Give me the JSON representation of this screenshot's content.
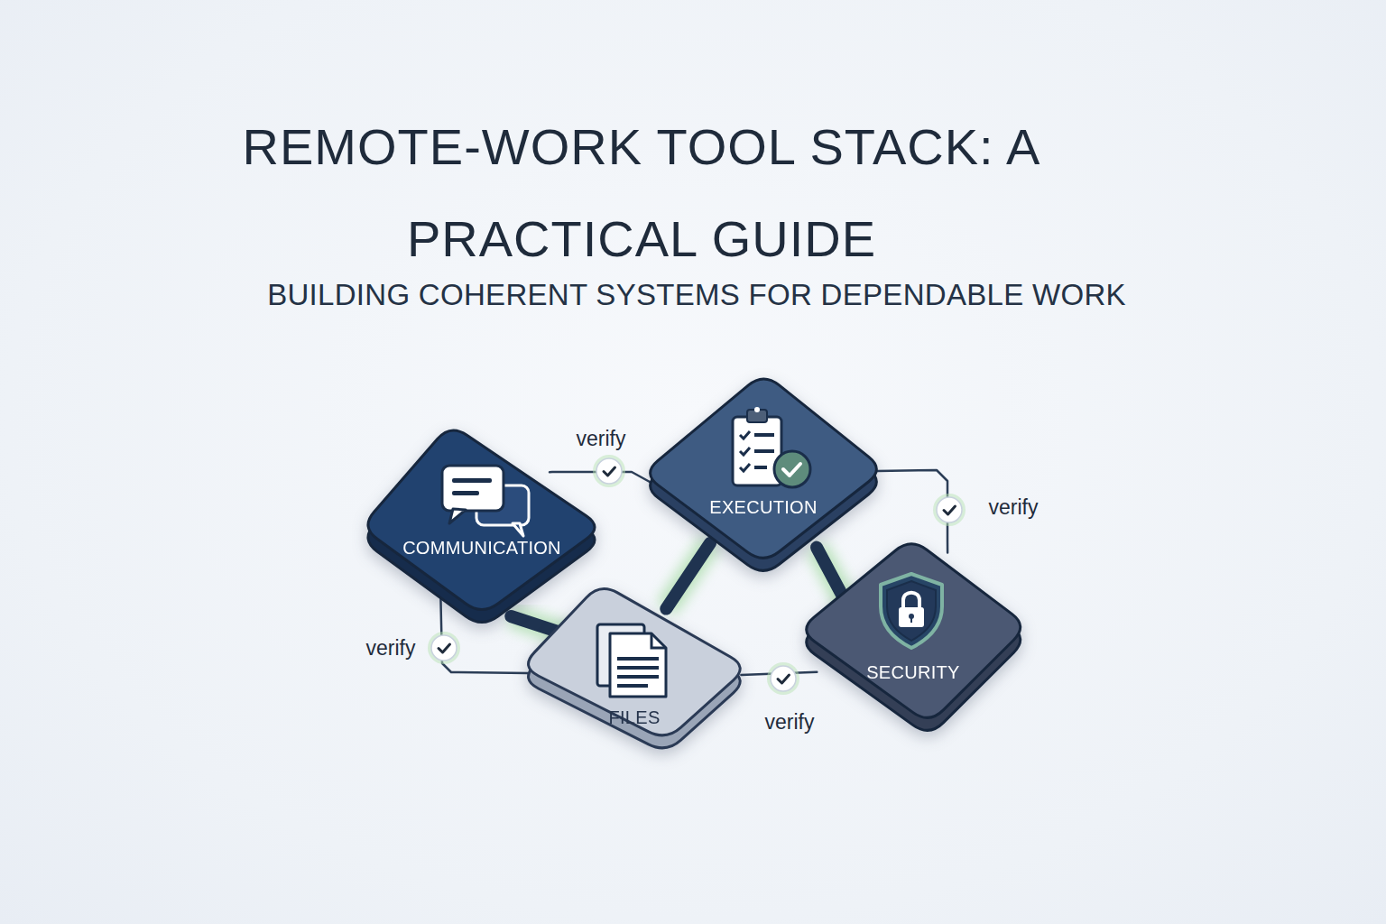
{
  "diagram": {
    "title": "REMOTE-WORK TOOL STACK: A PRACTICAL GUIDE",
    "nodes": [
      {
        "text": [
          "COMMUNICATION"
        ]
      },
      {
        "text": [
          "EXECUTION"
        ]
      },
      {
        "text": [
          "FILES"
        ]
      },
      {
        "text": [
          "SECURITY"
        ]
      }
    ],
    "edges": [
      {
        "from": 0,
        "to": 1,
        "label": "verify",
        "arrow": "none"
      },
      {
        "from": 1,
        "to": 3,
        "label": "verify",
        "arrow": "none"
      },
      {
        "from": 0,
        "to": 2,
        "label": "verify",
        "arrow": "none"
      },
      {
        "from": 2,
        "to": 3,
        "label": "verify",
        "arrow": "none"
      },
      {
        "from": 0,
        "to": 2,
        "arrow": "none"
      },
      {
        "from": 2,
        "to": 1,
        "arrow": "none"
      },
      {
        "from": 1,
        "to": 3,
        "arrow": "none"
      }
    ],
    "labels": [
      "BUILDING COHERENT SYSTEMS FOR DEPENDABLE WORK"
    ]
  }
}
